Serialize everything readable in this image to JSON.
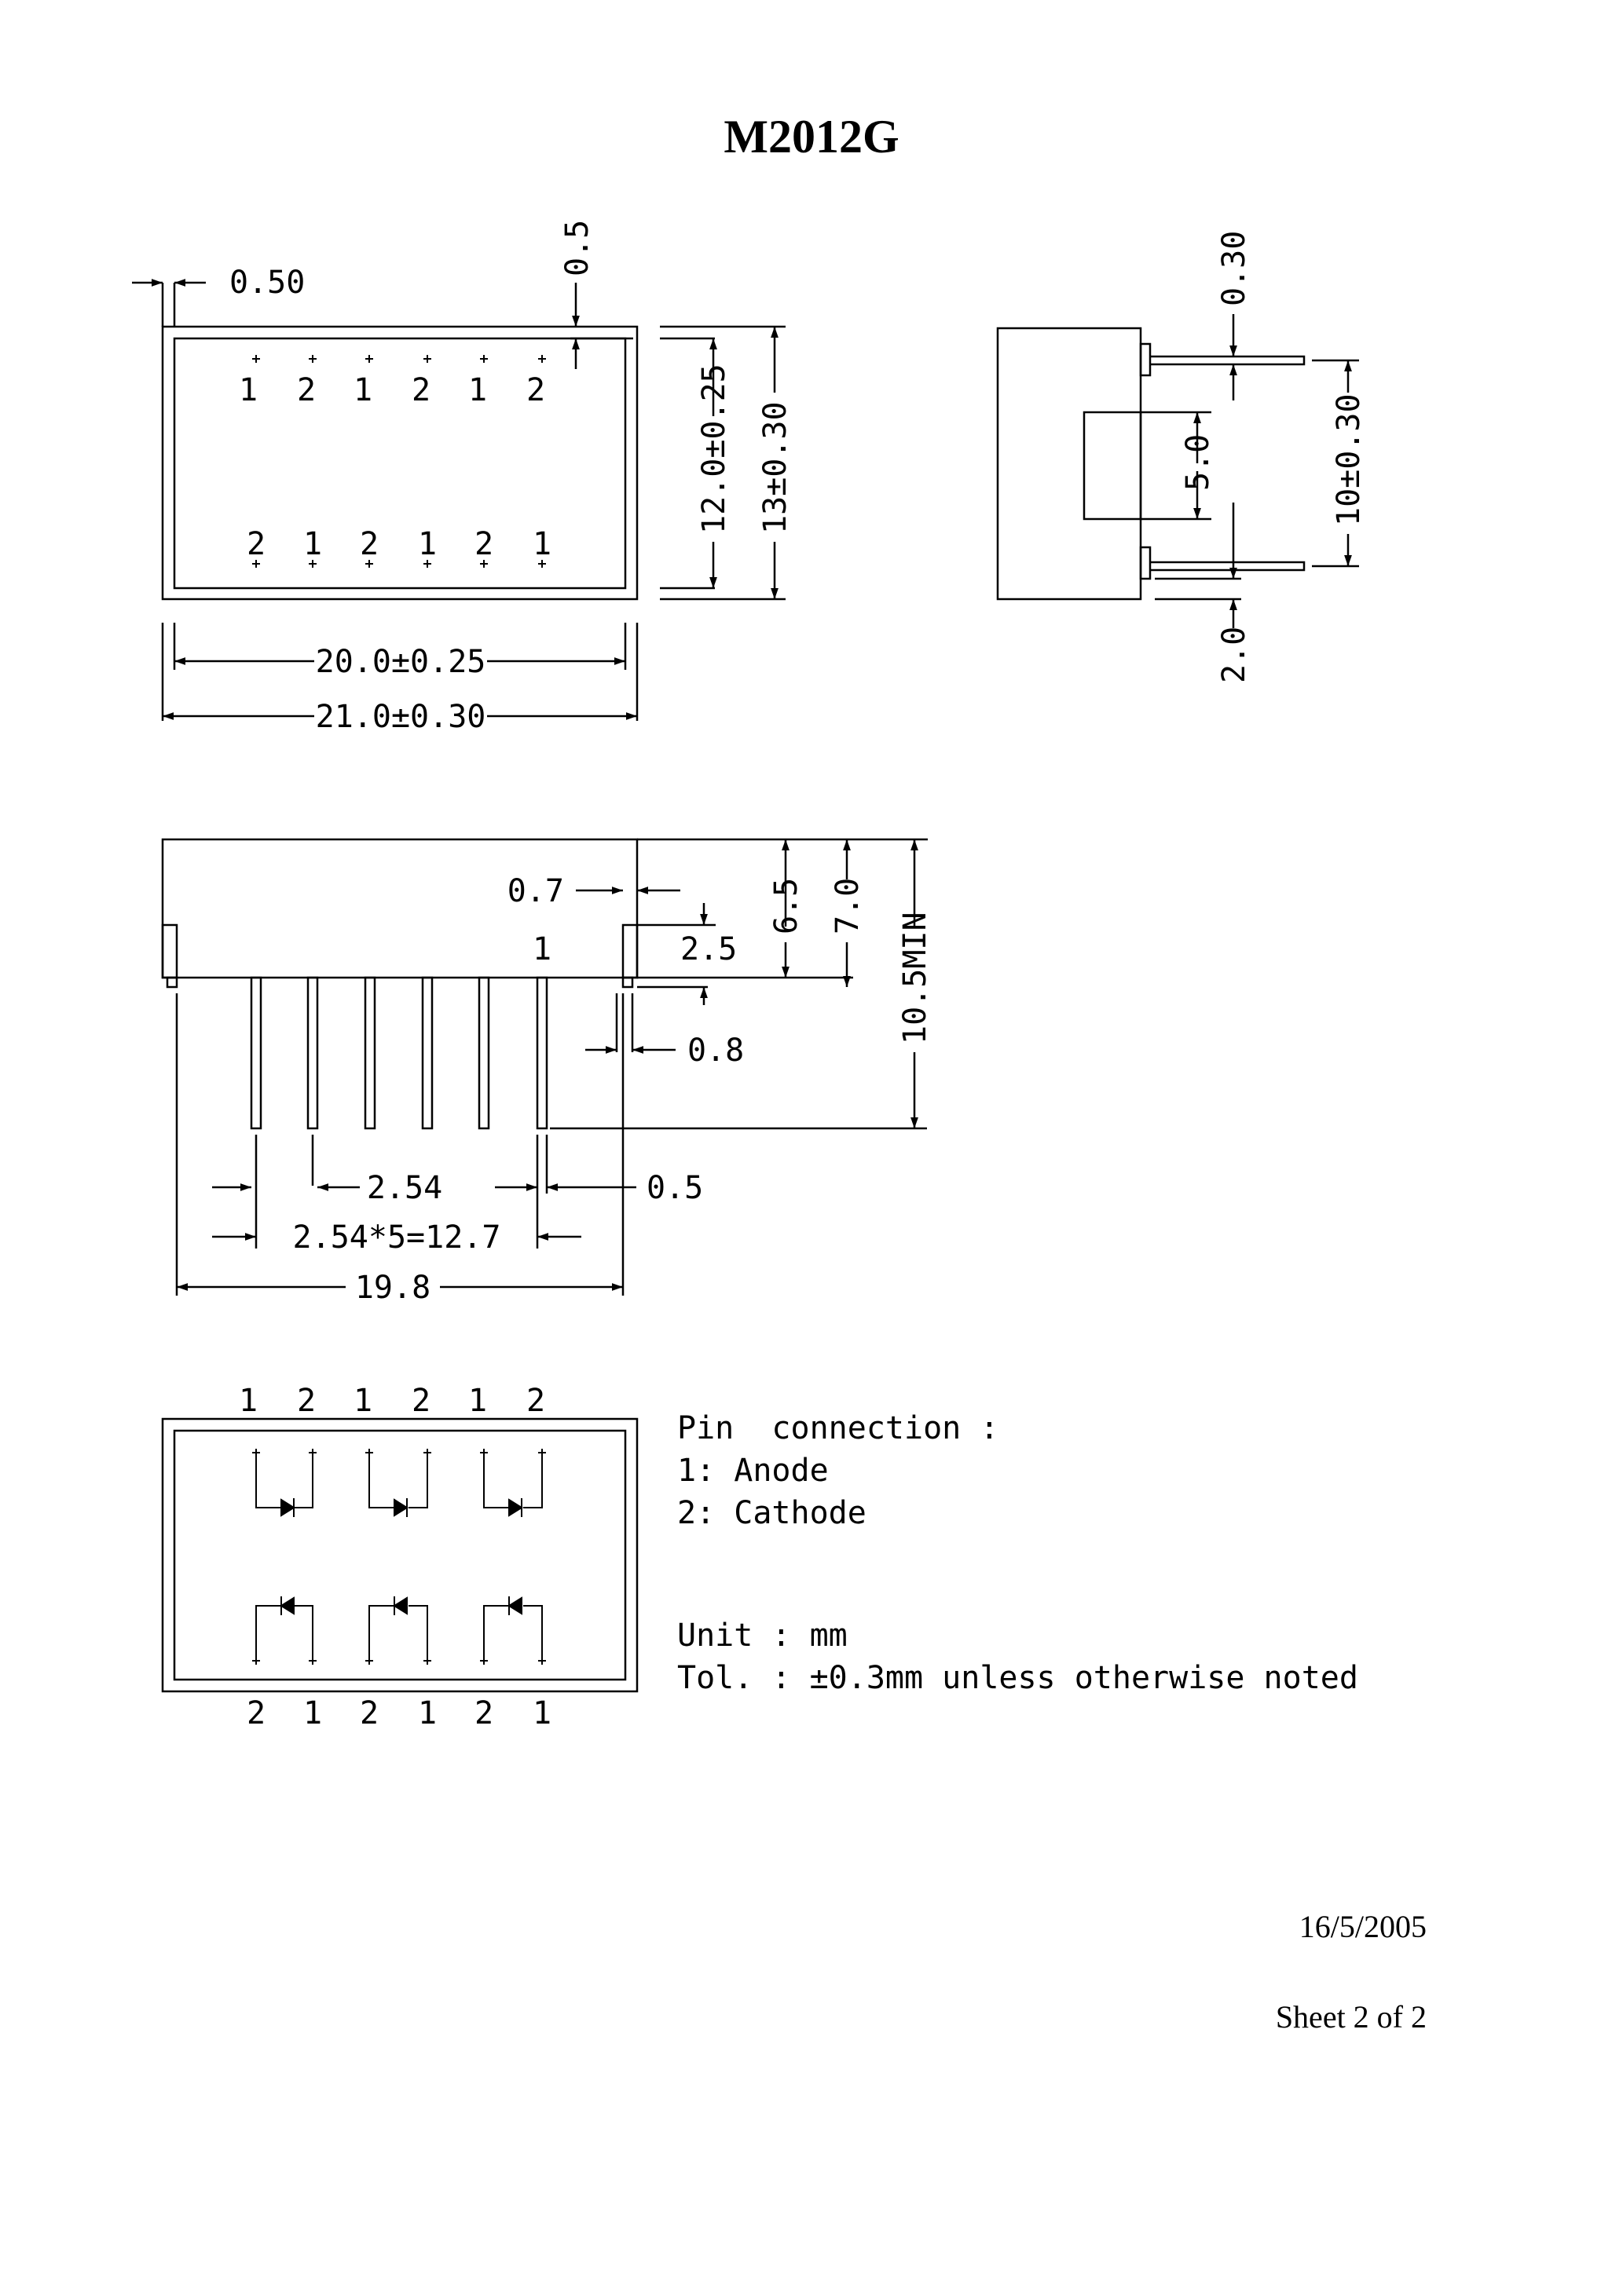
{
  "title": "M2012G",
  "top_view": {
    "pins_top": [
      "1",
      "2",
      "1",
      "2",
      "1",
      "2"
    ],
    "pins_bottom": [
      "2",
      "1",
      "2",
      "1",
      "2",
      "1"
    ],
    "dims": {
      "wall": "0.50",
      "inset": "0.5",
      "inner_width": "20.0±0.25",
      "outer_width": "21.0±0.30",
      "inner_height": "12.0±0.25",
      "outer_height": "13±0.30"
    }
  },
  "side_view": {
    "dims": {
      "lead_thickness": "0.30",
      "standoff_height": "5.0",
      "lead_pitch": "10±0.30",
      "lead_offset": "2.0"
    }
  },
  "front_view": {
    "pin1_label": "1",
    "dims": {
      "foot_width": "0.7",
      "foot_height": "2.5",
      "body_height": "6.5",
      "total_height": "7.0",
      "lead_length": "10.5MIN",
      "foot_gap": "0.8",
      "pitch": "2.54",
      "pin_width": "0.5",
      "pitch_total": "2.54*5=12.7",
      "overall_width": "19.8"
    }
  },
  "circuit_view": {
    "pins_top": [
      "1",
      "2",
      "1",
      "2",
      "1",
      "2"
    ],
    "pins_bottom": [
      "2",
      "1",
      "2",
      "1",
      "2",
      "1"
    ]
  },
  "notes": {
    "pin_connection": "Pin  connection :",
    "pin1": "1: Anode",
    "pin2": "2: Cathode",
    "unit": "Unit : mm",
    "tolerance": "Tol. : ±0.3mm unless otherwise noted"
  },
  "footer": {
    "date": "16/5/2005",
    "sheet": "Sheet 2 of 2"
  }
}
